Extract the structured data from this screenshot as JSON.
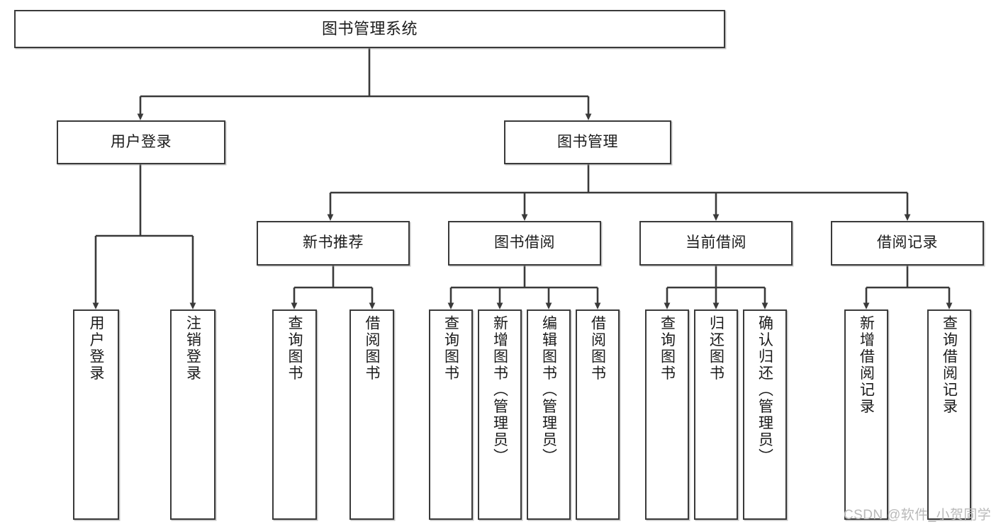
{
  "diagram": {
    "title": "图书管理系统",
    "type": "function-structure-tree",
    "watermark": "CSDN @软件_小贺同学",
    "colors": {
      "background": "#ffffff",
      "box_border": "#3a3a3a",
      "box_fill": "#ffffff",
      "connector": "#3a3a3a",
      "text": "#1b1b1b",
      "watermark": "#b9b9b9"
    },
    "levels": {
      "root": {
        "label": "图书管理系统"
      },
      "level2": [
        {
          "id": "user-login",
          "label": "用户登录"
        },
        {
          "id": "book-management",
          "label": "图书管理"
        }
      ],
      "level3": [
        {
          "id": "new-book-recommend",
          "label": "新书推荐"
        },
        {
          "id": "book-borrow",
          "label": "图书借阅"
        },
        {
          "id": "current-borrow",
          "label": "当前借阅"
        },
        {
          "id": "borrow-record",
          "label": "借阅记录"
        }
      ],
      "leaves": {
        "user_login": [
          {
            "id": "leaf-user-login",
            "label": "用户登录"
          },
          {
            "id": "leaf-logout-login",
            "label": "注销登录"
          }
        ],
        "new_book_recommend": [
          {
            "id": "leaf-query-book-1",
            "label": "查询图书"
          },
          {
            "id": "leaf-borrow-book-1",
            "label": "借阅图书"
          }
        ],
        "book_borrow": [
          {
            "id": "leaf-query-book-2",
            "label": "查询图书"
          },
          {
            "id": "leaf-add-book",
            "label": "新增图书（管理员）"
          },
          {
            "id": "leaf-edit-book",
            "label": "编辑图书（管理员）"
          },
          {
            "id": "leaf-borrow-book-2",
            "label": "借阅图书"
          }
        ],
        "current_borrow": [
          {
            "id": "leaf-query-book-3",
            "label": "查询图书"
          },
          {
            "id": "leaf-return-book",
            "label": "归还图书"
          },
          {
            "id": "leaf-confirm-return",
            "label": "确认归还（管理员）"
          }
        ],
        "borrow_record": [
          {
            "id": "leaf-add-record",
            "label": "新增借阅记录"
          },
          {
            "id": "leaf-query-record",
            "label": "查询借阅记录"
          }
        ]
      }
    }
  }
}
